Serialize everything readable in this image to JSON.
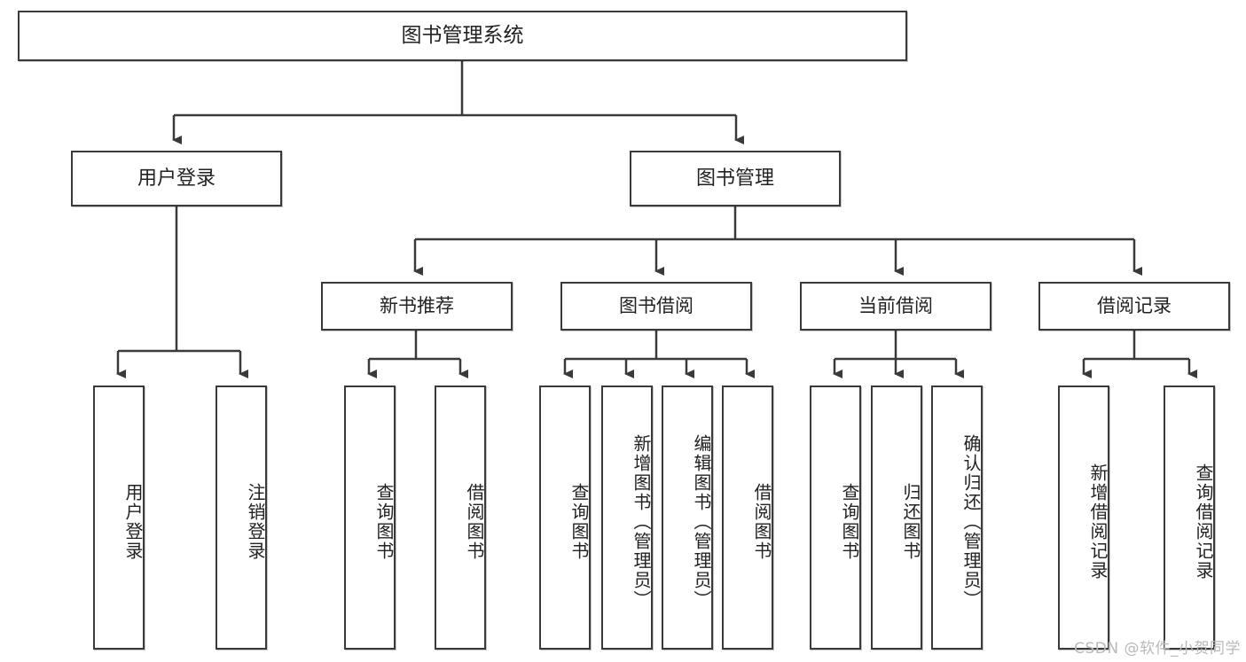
{
  "diagram": {
    "type": "tree",
    "title": "图书管理系统",
    "orientation": "top-down",
    "watermark": "CSDN @软件_小贺同学",
    "colors": {
      "box_border": "#3a3a3a",
      "box_fill": "#ffffff",
      "connector": "#3a3a3a",
      "text": "#222222",
      "watermark": "#b9b9b9"
    },
    "root": {
      "label": "图书管理系统"
    },
    "level2": [
      {
        "label": "用户登录"
      },
      {
        "label": "图书管理"
      }
    ],
    "level3": [
      {
        "label": "新书推荐"
      },
      {
        "label": "图书借阅"
      },
      {
        "label": "当前借阅"
      },
      {
        "label": "借阅记录"
      }
    ],
    "leaves": {
      "user_login": [
        {
          "label": "用户登录"
        },
        {
          "label": "注销登录"
        }
      ],
      "new_book_recommend": [
        {
          "label": "查询图书"
        },
        {
          "label": "借阅图书"
        }
      ],
      "book_borrow": [
        {
          "label": "查询图书"
        },
        {
          "label": "新增图书（管理员）"
        },
        {
          "label": "编辑图书（管理员）"
        },
        {
          "label": "借阅图书"
        }
      ],
      "current_borrow": [
        {
          "label": "查询图书"
        },
        {
          "label": "归还图书"
        },
        {
          "label": "确认归还（管理员）"
        }
      ],
      "borrow_records": [
        {
          "label": "新增借阅记录"
        },
        {
          "label": "查询借阅记录"
        }
      ]
    }
  }
}
